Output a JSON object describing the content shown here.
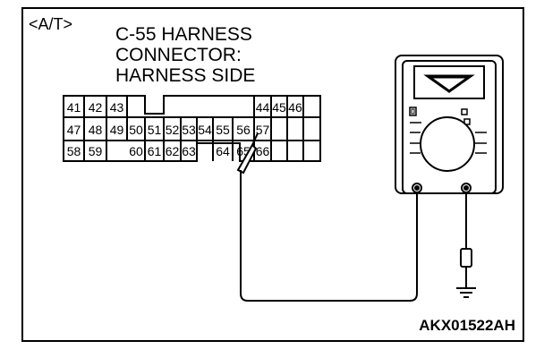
{
  "header": {
    "tag": "<A/T>",
    "title_lines": [
      "C-55 HARNESS",
      "CONNECTOR:",
      "HARNESS SIDE"
    ]
  },
  "connector": {
    "pins": [
      "41",
      "42",
      "43",
      "44",
      "45",
      "46",
      "47",
      "48",
      "49",
      "50",
      "51",
      "52",
      "53",
      "54",
      "55",
      "56",
      "57",
      "58",
      "59",
      "60",
      "61",
      "62",
      "63",
      "64",
      "65",
      "66"
    ]
  },
  "figure_code": "AKX01522AH"
}
